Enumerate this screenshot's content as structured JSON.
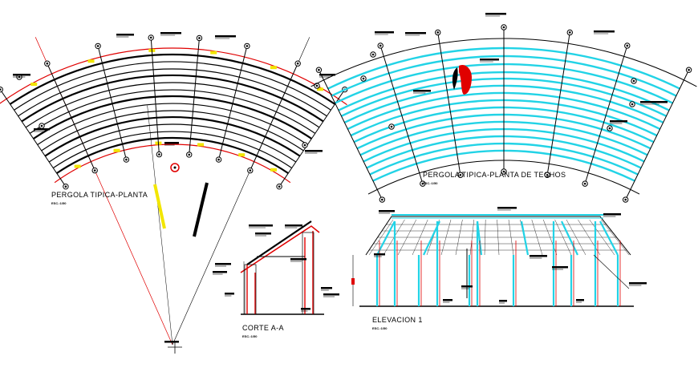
{
  "drawings": [
    {
      "id": "plan",
      "title": "PERGOLA TIPICA-PLANTA",
      "scale": "ESC.:1/50"
    },
    {
      "id": "roof",
      "title": "PERGOLA TIPICA-PLANTA DE TECHOS",
      "scale": "ESC.:1/50"
    },
    {
      "id": "section",
      "title": "CORTE A-A",
      "scale": "ESC.:1/50"
    },
    {
      "id": "elevation",
      "title": "ELEVACION 1",
      "scale": "ESC.:1/50"
    }
  ],
  "colors": {
    "beam": "#000000",
    "cyan": "#22d3e6",
    "red": "#e00000",
    "yellow": "#f2e600",
    "node": "#000000"
  }
}
